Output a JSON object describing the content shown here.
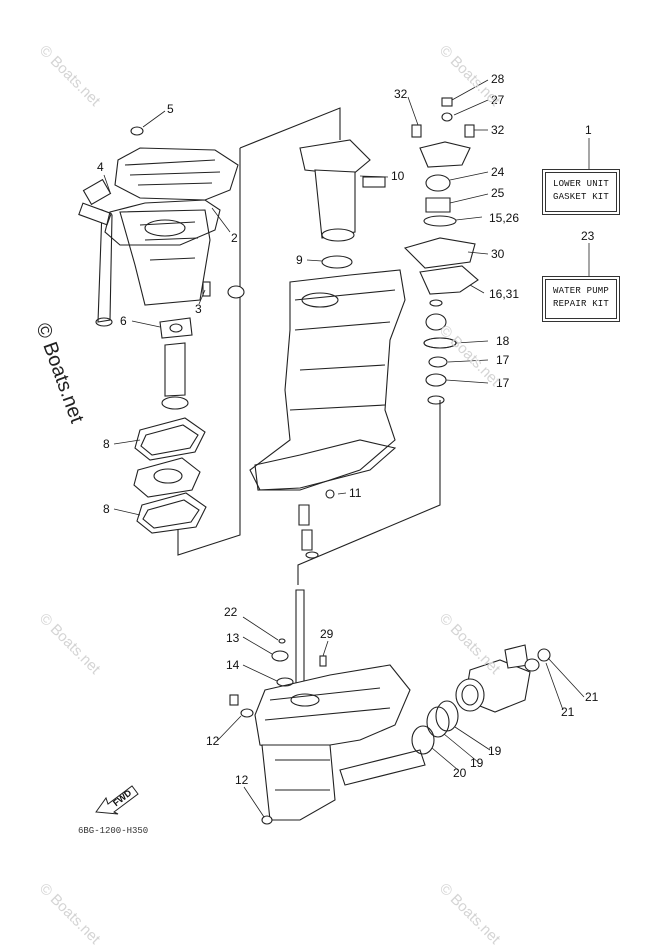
{
  "callouts": [
    "1",
    "2",
    "3",
    "4",
    "5",
    "6",
    "8",
    "8",
    "9",
    "10",
    "11",
    "12",
    "12",
    "13",
    "14",
    "15,26",
    "16,31",
    "17",
    "17",
    "18",
    "19",
    "19",
    "20",
    "20",
    "21",
    "21",
    "22",
    "23",
    "24",
    "25",
    "27",
    "28",
    "29",
    "30",
    "32",
    "32"
  ],
  "kits": {
    "lower_unit": {
      "line1": "LOWER UNIT",
      "line2": "GASKET KIT"
    },
    "water_pump": {
      "line1": "WATER PUMP",
      "line2": "REPAIR KIT"
    }
  },
  "watermark": "© Boats.net",
  "fwd_label": "FWD",
  "drawing_code": "6BG-1200-H350",
  "colors": {
    "line": "#222222",
    "watermark": "#d4d4d4"
  }
}
